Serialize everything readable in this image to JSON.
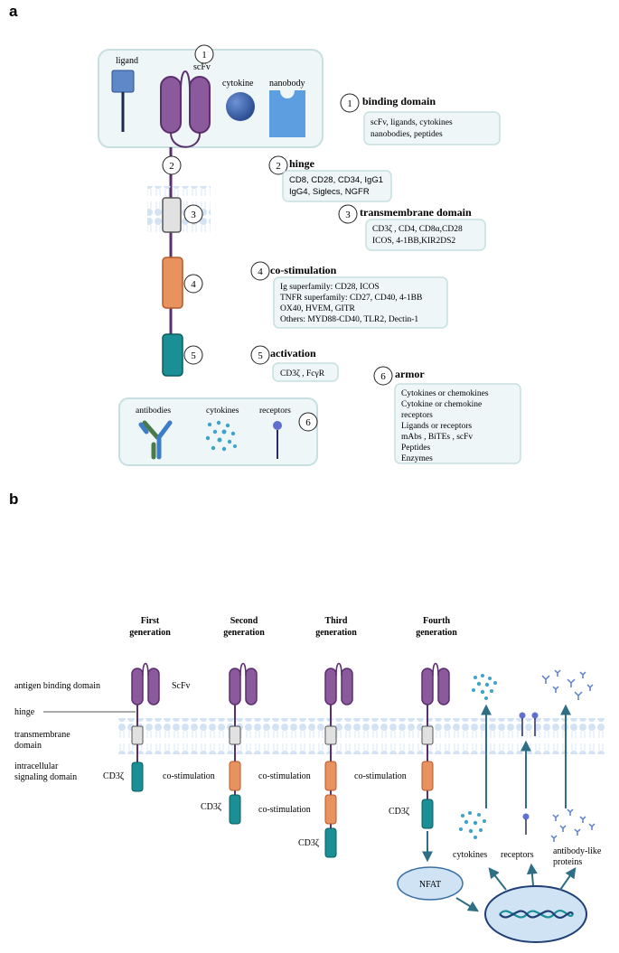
{
  "panel_a": {
    "label": "a",
    "top_box": {
      "ligand": "ligand",
      "scfv": "scFv",
      "cytokine": "cytokine",
      "nanobody": "nanobody",
      "marker": "1"
    },
    "domains": [
      {
        "num": "1",
        "title": "binding domain",
        "lines": [
          "scFv, ligands, cytokines",
          "nanobodies, peptides"
        ]
      },
      {
        "num": "2",
        "title": "hinge",
        "lines": [
          "CD8, CD28, CD34, IgG1",
          "IgG4, Siglecs, NGFR"
        ]
      },
      {
        "num": "3",
        "title": "transmembrane domain",
        "lines": [
          "CD3ζ , CD4, CD8α,CD28",
          "ICOS, 4-1BB,KIR2DS2"
        ]
      },
      {
        "num": "4",
        "title": "co-stimulation",
        "lines": [
          "Ig superfamily: CD28, ICOS",
          "TNFR superfamily: CD27, CD40, 4-1BB",
          "OX40, HVEM, GITR",
          "Others: MYD88-CD40, TLR2, Dectin-1"
        ]
      },
      {
        "num": "5",
        "title": "activation",
        "lines": [
          "CD3ζ , FcγR"
        ]
      },
      {
        "num": "6",
        "title": "armor",
        "lines": [
          "Cytokines or chemokines",
          "Cytokine or chemokine",
          "receptors",
          "Ligands or receptors",
          "mAbs ,  BiTEs ,  scFv",
          "Peptides",
          "Enzymes"
        ]
      }
    ],
    "stack_markers": [
      "2",
      "3",
      "4",
      "5"
    ],
    "armor_box": {
      "antibodies": "antibodies",
      "cytokines": "cytokines",
      "receptors": "receptors",
      "marker": "6"
    }
  },
  "panel_b": {
    "label": "b",
    "generations": [
      {
        "l1": "First",
        "l2": "generation"
      },
      {
        "l1": "Second",
        "l2": "generation"
      },
      {
        "l1": "Third",
        "l2": "generation"
      },
      {
        "l1": "Fourth",
        "l2": "generation"
      }
    ],
    "left_labels": {
      "binding": "antigen binding domain",
      "hinge": "hinge",
      "tm1": "transmembrane",
      "tm2": "domain",
      "ic1": "intracellular",
      "ic2": "signaling domain"
    },
    "scfv": "ScFv",
    "cd3z": "CD3ζ",
    "costim": "co-stimulation",
    "nfat": "NFAT",
    "cytokines": "cytokines",
    "receptors": "receptors",
    "antibody_like_1": "antibody-like",
    "antibody_like_2": "proteins"
  },
  "colors": {
    "box_fill": "#eef6f7",
    "box_stroke": "#c7dfe0",
    "purple": "#8a5a9c",
    "purple_stroke": "#5b2f6e",
    "gray": "#e1e1e1",
    "orange": "#e8925f",
    "teal": "#1a8f95",
    "membrane": "#cfe0f3",
    "arrow": "#2f6f86",
    "blue_ligand": "#5f88c8"
  }
}
